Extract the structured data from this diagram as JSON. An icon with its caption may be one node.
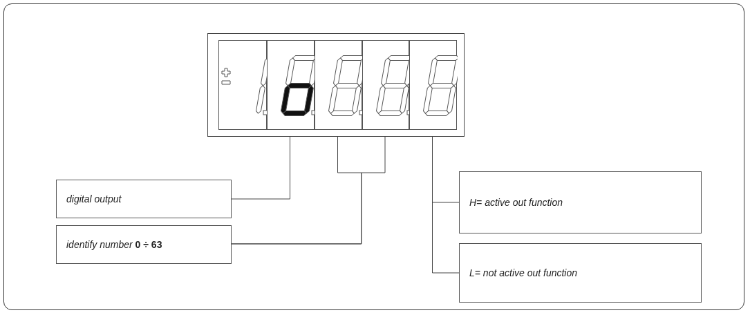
{
  "diagram": {
    "nodes": [
      {
        "text": [],
        "shape": "box"
      },
      {
        "text": [],
        "shape": "box",
        "in": 0
      },
      {
        "text": [],
        "shape": "box",
        "in": 0
      },
      {
        "text": [],
        "shape": "box",
        "in": 0
      },
      {
        "text": [],
        "shape": "box",
        "in": 0
      },
      {
        "text": [],
        "shape": "box",
        "in": 0
      },
      {
        "text": [
          "digital output"
        ]
      },
      {
        "text": [
          "identify number **0 ÷ 63**"
        ]
      },
      {
        "text": [
          "H= active out function"
        ]
      },
      {
        "text": [
          "L= not active out function"
        ]
      }
    ],
    "edges": [
      {
        "from": 6,
        "to": 2,
        "arrow": "none"
      },
      {
        "from": 7,
        "to": 3,
        "arrow": "none"
      },
      {
        "from": 7,
        "to": 4,
        "arrow": "none"
      },
      {
        "from": 8,
        "to": 5,
        "arrow": "none"
      },
      {
        "from": 9,
        "to": 5,
        "arrow": "none"
      }
    ]
  }
}
